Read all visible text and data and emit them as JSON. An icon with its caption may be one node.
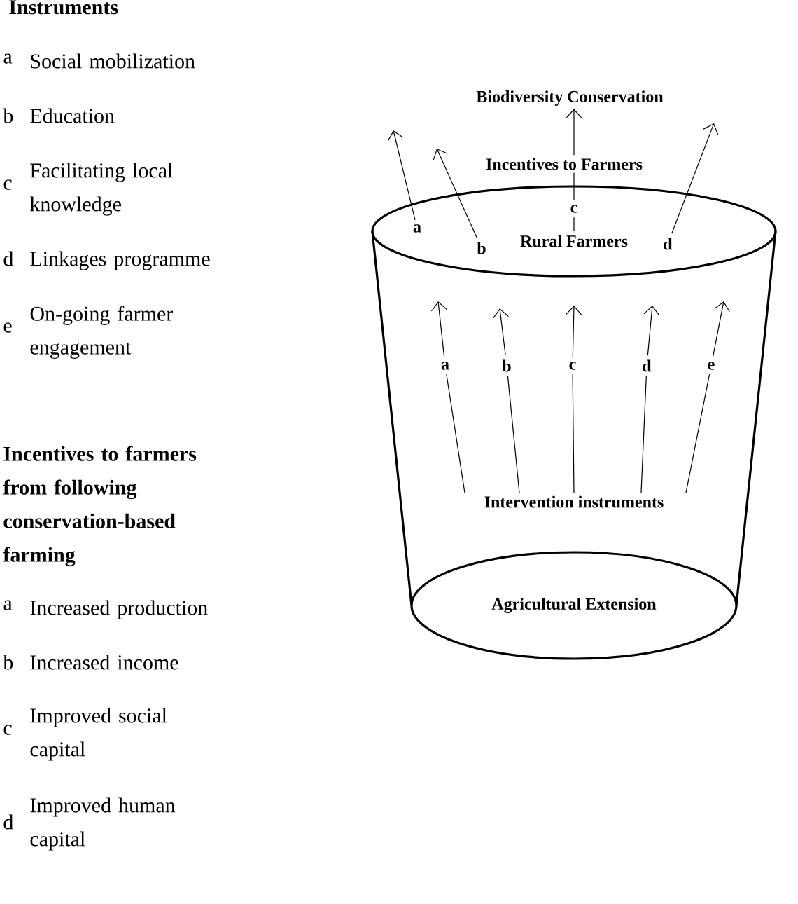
{
  "diagram": {
    "nodes": [
      {
        "text": [
          "Biodiversity Conservation"
        ]
      },
      {
        "text": [
          "Incentives to Farmers"
        ]
      },
      {
        "text": [
          "Rural Farmers"
        ]
      },
      {
        "text": [
          "a"
        ],
        "in": 2
      },
      {
        "text": [
          "b"
        ],
        "in": 2
      },
      {
        "text": [
          "c"
        ],
        "in": 2
      },
      {
        "text": [
          "d"
        ],
        "in": 2
      },
      {
        "text": [
          "a"
        ]
      },
      {
        "text": [
          "b"
        ]
      },
      {
        "text": [
          "c"
        ]
      },
      {
        "text": [
          "d"
        ]
      },
      {
        "text": [
          "e"
        ]
      },
      {
        "text": [
          "Intervention instruments"
        ]
      },
      {
        "text": [
          "Agricultural Extension"
        ]
      }
    ],
    "edges": [
      {
        "from": 3,
        "to": null,
        "arrow": "to"
      },
      {
        "from": 4,
        "to": null,
        "arrow": "to"
      },
      {
        "from": null,
        "to": 5,
        "arrow": "none"
      },
      {
        "from": 5,
        "to": 1,
        "arrow": "none"
      },
      {
        "from": 1,
        "to": 0,
        "arrow": "to"
      },
      {
        "from": 6,
        "to": null,
        "arrow": "to"
      },
      {
        "from": 7,
        "to": null,
        "arrow": "to"
      },
      {
        "from": 8,
        "to": null,
        "arrow": "to"
      },
      {
        "from": 9,
        "to": null,
        "arrow": "to"
      },
      {
        "from": 10,
        "to": null,
        "arrow": "to"
      },
      {
        "from": 11,
        "to": null,
        "arrow": "to"
      },
      {
        "from": 12,
        "to": 7,
        "arrow": "none"
      },
      {
        "from": 12,
        "to": 8,
        "arrow": "none"
      },
      {
        "from": 12,
        "to": 9,
        "arrow": "none"
      },
      {
        "from": 12,
        "to": 10,
        "arrow": "none"
      },
      {
        "from": 12,
        "to": 11,
        "arrow": "none"
      }
    ],
    "labels": [
      "Instruments",
      "a",
      "Social mobilization",
      "b",
      "Education",
      "c",
      "Facilitating local knowledge",
      "d",
      "Linkages programme",
      "e",
      "On-going farmer engagement",
      "Incentives to farmers from following conservation-based farming",
      "a",
      "Increased production",
      "b",
      "Increased income",
      "c",
      "Improved social capital",
      "d",
      "Improved human capital"
    ]
  }
}
